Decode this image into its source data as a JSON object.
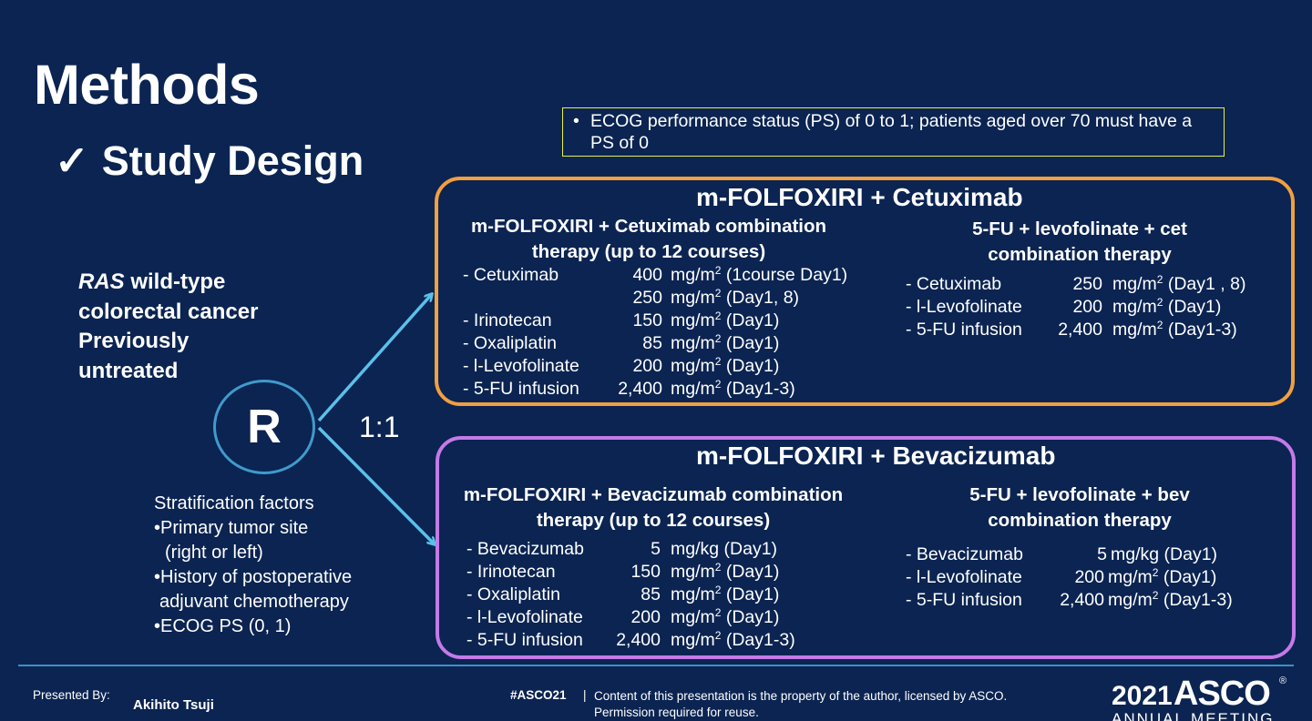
{
  "slide": {
    "title": "Methods",
    "check": "✓",
    "subtitle": "Study Design"
  },
  "criteria": {
    "bullet": "•",
    "text": "ECOG performance status (PS) of 0 to 1; patients aged over 70 must have a PS of 0"
  },
  "population": {
    "line1_italic": "RAS",
    "line1_rest": " wild-type",
    "line2": "colorectal cancer",
    "line3": "Previously",
    "line4": "untreated"
  },
  "randomization": {
    "label": "R",
    "ratio": "1:1"
  },
  "stratification": {
    "heading": "Stratification factors",
    "items": [
      "•Primary tumor site",
      "(right or left)",
      "•History of postoperative",
      "adjuvant chemotherapy",
      "•ECOG PS (0, 1)"
    ]
  },
  "arms": [
    {
      "title": "m-FOLFOXIRI + Cetuximab",
      "left_heading": [
        "m-FOLFOXIRI + Cetuximab combination",
        "therapy (up to 12 courses)"
      ],
      "left_drugs": [
        {
          "name": "- Cetuximab",
          "dose": "400",
          "unit": "mg/m",
          "sup": "2",
          "schedule": " (1course Day1)"
        },
        {
          "name": "",
          "dose": "250",
          "unit": "mg/m",
          "sup": "2",
          "schedule": " (Day1, 8)"
        },
        {
          "name": "- Irinotecan",
          "dose": "150",
          "unit": "mg/m",
          "sup": "2",
          "schedule": " (Day1)"
        },
        {
          "name": "- Oxaliplatin",
          "dose": "85",
          "unit": "mg/m",
          "sup": "2",
          "schedule": " (Day1)"
        },
        {
          "name": "- l-Levofolinate",
          "dose": "200",
          "unit": "mg/m",
          "sup": "2",
          "schedule": " (Day1)"
        },
        {
          "name": "- 5-FU infusion",
          "dose": "2,400",
          "unit": "mg/m",
          "sup": "2",
          "schedule": " (Day1-3)"
        }
      ],
      "right_heading": [
        "5-FU + levofolinate + cet",
        "combination therapy"
      ],
      "right_drugs": [
        {
          "name": "- Cetuximab",
          "dose": "250",
          "unit": "mg/m",
          "sup": "2",
          "schedule": " (Day1 , 8)"
        },
        {
          "name": "- l-Levofolinate",
          "dose": "200",
          "unit": "mg/m",
          "sup": "2",
          "schedule": " (Day1)"
        },
        {
          "name": "- 5-FU infusion",
          "dose": "2,400",
          "unit": "mg/m",
          "sup": "2",
          "schedule": " (Day1-3)"
        }
      ],
      "border_color": "#f0a040"
    },
    {
      "title": "m-FOLFOXIRI + Bevacizumab",
      "left_heading": [
        "m-FOLFOXIRI + Bevacizumab combination",
        "therapy (up to 12 courses)"
      ],
      "left_drugs": [
        {
          "name": "- Bevacizumab",
          "dose": "5",
          "unit": "mg/kg",
          "sup": "",
          "schedule": " (Day1)"
        },
        {
          "name": "- Irinotecan",
          "dose": "150",
          "unit": "mg/m",
          "sup": "2",
          "schedule": " (Day1)"
        },
        {
          "name": "- Oxaliplatin",
          "dose": "85",
          "unit": "mg/m",
          "sup": "2",
          "schedule": " (Day1)"
        },
        {
          "name": "- l-Levofolinate",
          "dose": "200",
          "unit": "mg/m",
          "sup": "2",
          "schedule": " (Day1)"
        },
        {
          "name": "- 5-FU infusion",
          "dose": "2,400",
          "unit": "mg/m",
          "sup": "2",
          "schedule": " (Day1-3)"
        }
      ],
      "right_heading": [
        "5-FU + levofolinate + bev",
        "combination therapy"
      ],
      "right_drugs": [
        {
          "name": "- Bevacizumab",
          "dose": "5",
          "unit": "mg/kg",
          "sup": "",
          "schedule": " (Day1)"
        },
        {
          "name": "- l-Levofolinate",
          "dose": "200",
          "unit": "mg/m",
          "sup": "2",
          "schedule": " (Day1)"
        },
        {
          "name": "- 5-FU infusion",
          "dose": "2,400",
          "unit": "mg/m",
          "sup": "2",
          "schedule": " (Day1-3)"
        }
      ],
      "border_color": "#c47ae8"
    }
  ],
  "footer": {
    "presented_by_label": "Presented By:",
    "presenter": "Akihito Tsuji",
    "hashtag": "#ASCO21",
    "separator": "|",
    "notice_line1": "Content of this presentation is the property of the author, licensed by ASCO.",
    "notice_line2": "Permission required for reuse.",
    "logo_year": "2021",
    "logo_word": "ASCO",
    "logo_reg": "®",
    "logo_sub": "ANNUAL MEETING"
  },
  "colors": {
    "background": "#0b2452",
    "criteria_border": "#e4ef47",
    "arrow": "#5bc0ea",
    "circle": "#3f9bcb",
    "divider": "#3a92c4"
  },
  "icons": {
    "arrows": "randomization-arrows",
    "check": "check-mark"
  }
}
